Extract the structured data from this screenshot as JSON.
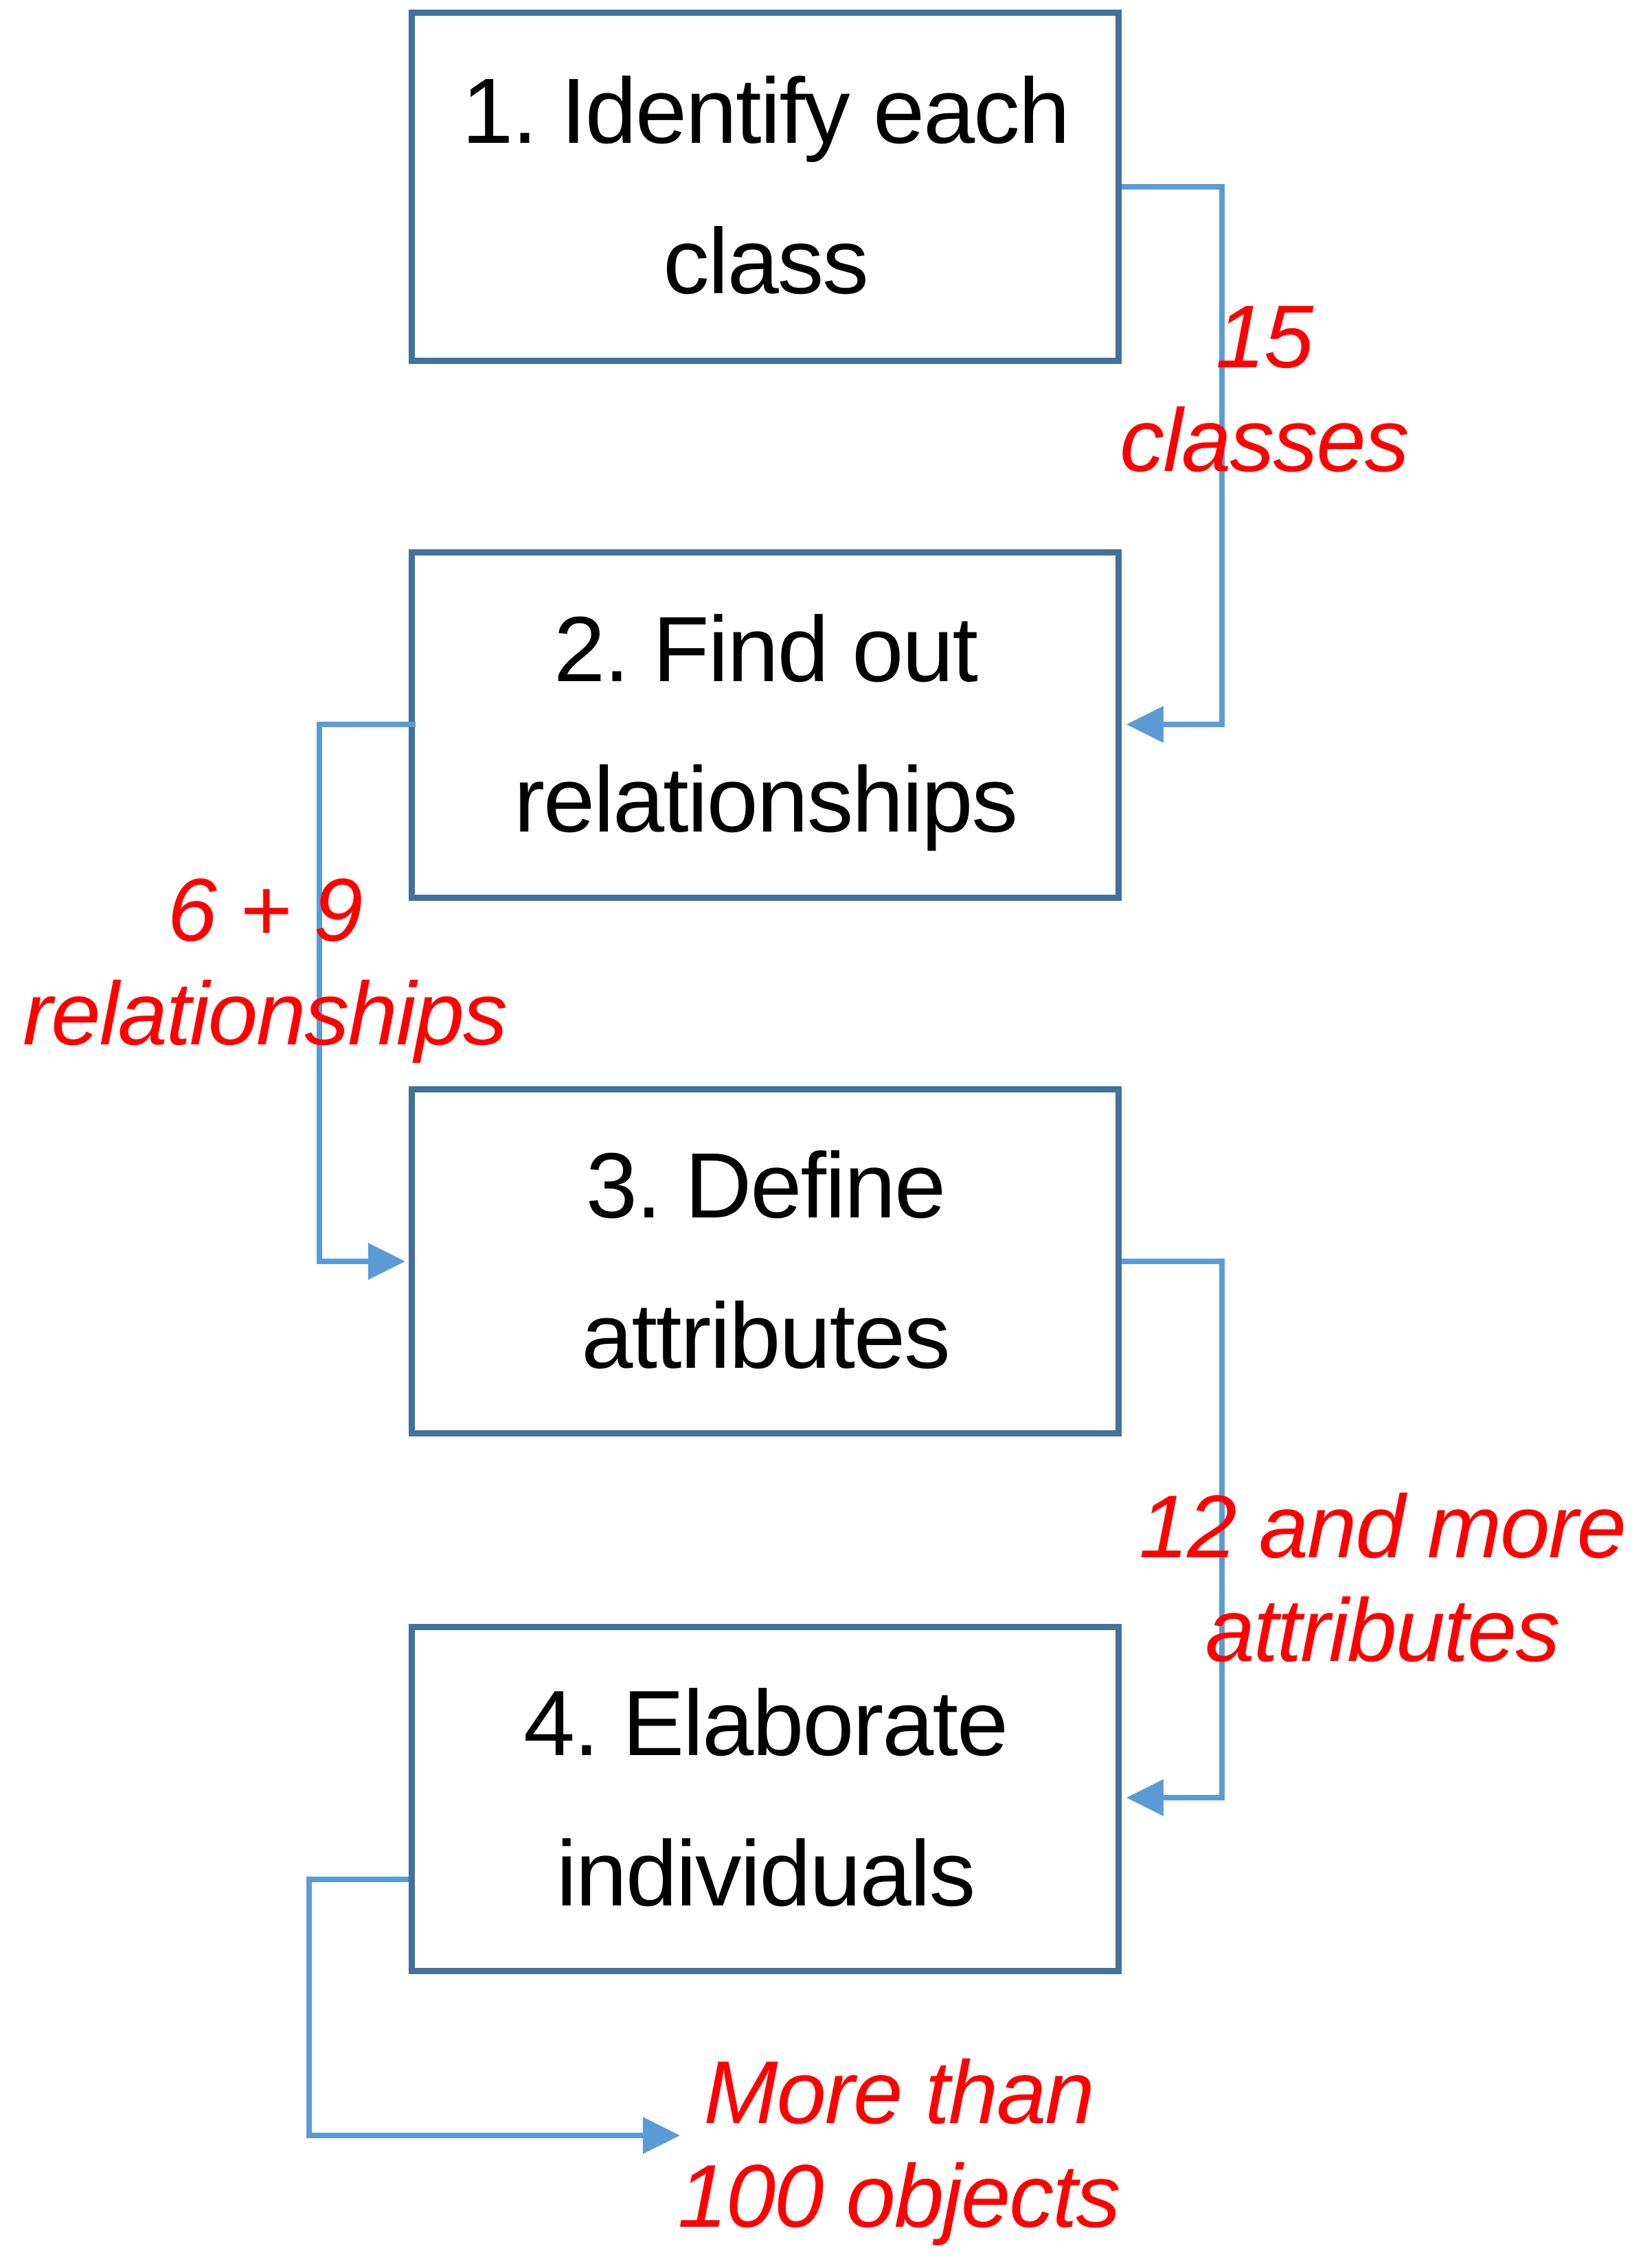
{
  "colors": {
    "box_border": "#41719C",
    "connector": "#5B9BD5",
    "annotation": "#FF0000",
    "box_text": "#000000",
    "background": "#FFFFFF"
  },
  "boxes": [
    {
      "id": "identify-each-class",
      "label": "1. Identify each class",
      "lines": [
        "1. Identify each",
        "class"
      ]
    },
    {
      "id": "find-out-relationships",
      "label": "2. Find out relationships",
      "lines": [
        "2. Find out",
        "relationships"
      ]
    },
    {
      "id": "define-attributes",
      "label": "3. Define attributes",
      "lines": [
        "3. Define",
        "attributes"
      ]
    },
    {
      "id": "elaborate-individuals",
      "label": "4. Elaborate individuals",
      "lines": [
        "4. Elaborate",
        "individuals"
      ]
    }
  ],
  "annotations": [
    {
      "id": "classes-count",
      "on_arrow": "step1-to-step2",
      "label": "15 classes",
      "lines": [
        "15",
        "classes"
      ]
    },
    {
      "id": "relationships-count",
      "on_arrow": "step2-to-step3",
      "label": "6 + 9 relationships",
      "lines": [
        "6 + 9",
        "relationships"
      ]
    },
    {
      "id": "attributes-count",
      "on_arrow": "step3-to-step4",
      "label": "12 and more attributes",
      "lines": [
        "12 and more",
        "attributes"
      ]
    },
    {
      "id": "objects-count",
      "on_arrow": "step4-output",
      "label": "More than 100 objects",
      "lines": [
        "More than",
        "100 objects"
      ]
    }
  ]
}
